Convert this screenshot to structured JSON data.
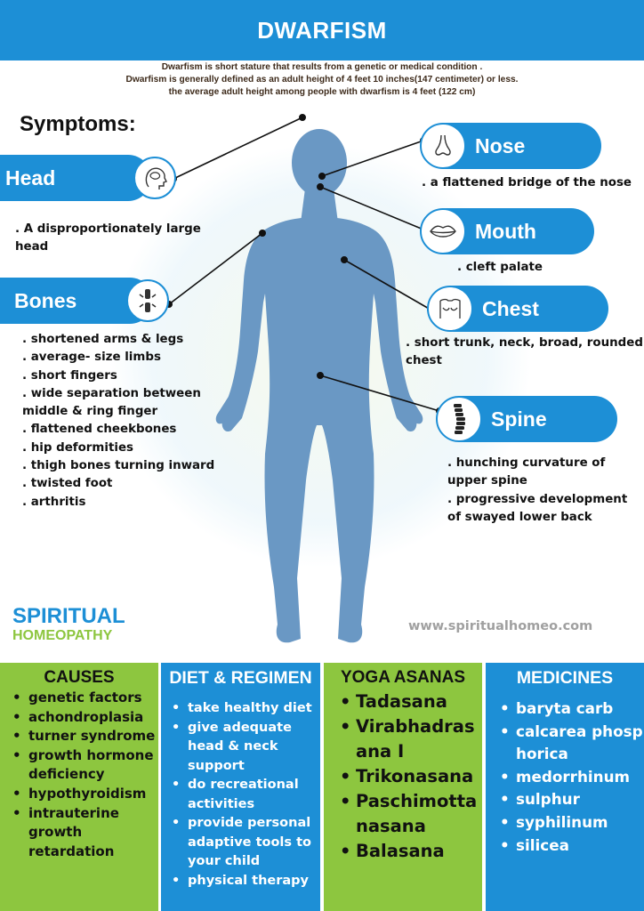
{
  "title": "DWARFISM",
  "intro": [
    "Dwarfism is short stature that results from a genetic or medical condition .",
    "Dwarfism is generally defined as an adult height of 4 feet 10 inches(147 centimeter) or less.",
    "the average adult height among people with dwarfism is 4 feet (122 cm)"
  ],
  "symptoms_title": "Symptoms:",
  "sections": {
    "head": {
      "label": "Head",
      "icon": "brain-head-icon",
      "lines": [
        ". A disproportionately large",
        "head"
      ]
    },
    "bones": {
      "label": "Bones",
      "icon": "bone-joint-icon",
      "lines": [
        ". shortened arms & legs",
        ". average- size limbs",
        ". short fingers",
        ". wide separation between",
        "middle & ring finger",
        ". flattened cheekbones",
        ". hip deformities",
        ". thigh bones turning inward",
        ". twisted foot",
        ". arthritis"
      ]
    },
    "nose": {
      "label": "Nose",
      "icon": "nose-icon",
      "lines": [
        ". a flattened bridge of the nose"
      ]
    },
    "mouth": {
      "label": "Mouth",
      "icon": "lips-icon",
      "lines": [
        ". cleft palate"
      ]
    },
    "chest": {
      "label": "Chest",
      "icon": "torso-icon",
      "lines": [
        ". short trunk, neck, broad, rounded",
        "chest"
      ]
    },
    "spine": {
      "label": "Spine",
      "icon": "spine-icon",
      "lines": [
        ". hunching curvature of",
        "upper spine",
        ". progressive development",
        "of swayed lower back"
      ]
    }
  },
  "brand": {
    "line1": "SPIRITUAL",
    "line2": "HOMEOPATHY"
  },
  "website": "www.spiritualhomeo.com",
  "columns": [
    {
      "title": "CAUSES",
      "items": [
        "genetic factors",
        "achondroplasia",
        "turner syndrome",
        "growth hormone deficiency",
        "hypothyroidism",
        "intrauterine growth retardation"
      ]
    },
    {
      "title": "DIET & REGIMEN",
      "items": [
        "take healthy diet",
        "give adequate head & neck support",
        "do recreational activities",
        "provide personal adaptive tools to your child",
        "physical therapy"
      ]
    },
    {
      "title": "YOGA ASANAS",
      "items": [
        "Tadasana",
        "Virabhadrasana I",
        "Trikonasana",
        "Paschimottanasana",
        "Balasana"
      ]
    },
    {
      "title": "MEDICINES",
      "items": [
        "baryta carb",
        "calcarea phosphorica",
        "medorrhinum",
        "sulphur",
        "syphilinum",
        "silicea"
      ]
    }
  ],
  "colors": {
    "blue": "#1d8fd6",
    "green": "#8dc63f",
    "figure": "#6a98c4"
  }
}
